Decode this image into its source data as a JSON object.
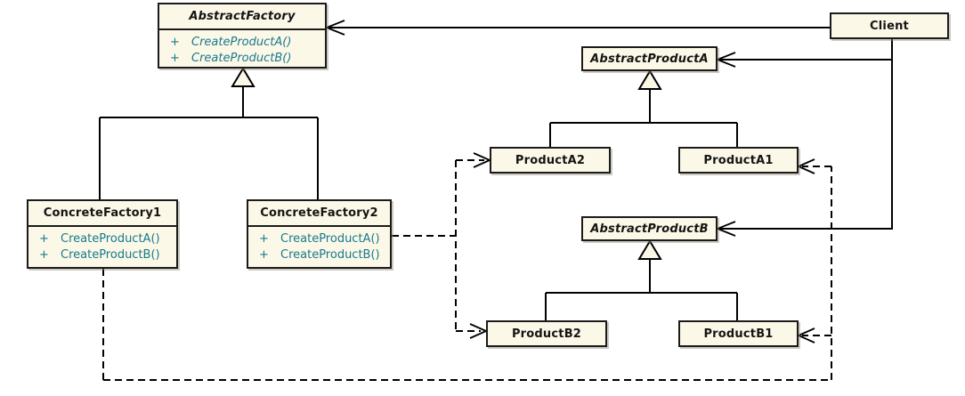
{
  "diagram": {
    "pattern": "Abstract Factory",
    "colors": {
      "background": "#ffffff",
      "class_fill": "#FCF8E7",
      "class_border": "#1b1b1b",
      "class_name_text": "#141414",
      "method_text": "#17798F",
      "connector": "#000000"
    }
  },
  "classes": {
    "abstractFactory": {
      "name": "AbstractFactory",
      "abstract": true,
      "methods": [
        {
          "vis": "+",
          "sig": "CreateProductA()"
        },
        {
          "vis": "+",
          "sig": "CreateProductB()"
        }
      ]
    },
    "concreteFactory1": {
      "name": "ConcreteFactory1",
      "abstract": false,
      "methods": [
        {
          "vis": "+",
          "sig": "CreateProductA()"
        },
        {
          "vis": "+",
          "sig": "CreateProductB()"
        }
      ]
    },
    "concreteFactory2": {
      "name": "ConcreteFactory2",
      "abstract": false,
      "methods": [
        {
          "vis": "+",
          "sig": "CreateProductA()"
        },
        {
          "vis": "+",
          "sig": "CreateProductB()"
        }
      ]
    },
    "client": {
      "name": "Client",
      "abstract": false
    },
    "abstractProductA": {
      "name": "AbstractProductA",
      "abstract": true
    },
    "productA2": {
      "name": "ProductA2",
      "abstract": false
    },
    "productA1": {
      "name": "ProductA1",
      "abstract": false
    },
    "abstractProductB": {
      "name": "AbstractProductB",
      "abstract": true
    },
    "productB2": {
      "name": "ProductB2",
      "abstract": false
    },
    "productB1": {
      "name": "ProductB1",
      "abstract": false
    }
  },
  "relationships": [
    {
      "type": "association",
      "from": "Client",
      "to": "AbstractFactory",
      "line": "solid",
      "arrowhead": "open"
    },
    {
      "type": "association",
      "from": "Client",
      "to": "AbstractProductA",
      "line": "solid",
      "arrowhead": "open"
    },
    {
      "type": "association",
      "from": "Client",
      "to": "AbstractProductB",
      "line": "solid",
      "arrowhead": "open"
    },
    {
      "type": "generalization",
      "from": "ConcreteFactory1",
      "to": "AbstractFactory",
      "line": "solid",
      "arrowhead": "hollow-triangle"
    },
    {
      "type": "generalization",
      "from": "ConcreteFactory2",
      "to": "AbstractFactory",
      "line": "solid",
      "arrowhead": "hollow-triangle"
    },
    {
      "type": "generalization",
      "from": "ProductA2",
      "to": "AbstractProductA",
      "line": "solid",
      "arrowhead": "hollow-triangle"
    },
    {
      "type": "generalization",
      "from": "ProductA1",
      "to": "AbstractProductA",
      "line": "solid",
      "arrowhead": "hollow-triangle"
    },
    {
      "type": "generalization",
      "from": "ProductB2",
      "to": "AbstractProductB",
      "line": "solid",
      "arrowhead": "hollow-triangle"
    },
    {
      "type": "generalization",
      "from": "ProductB1",
      "to": "AbstractProductB",
      "line": "solid",
      "arrowhead": "hollow-triangle"
    },
    {
      "type": "dependency",
      "from": "ConcreteFactory2",
      "to": "ProductA2",
      "line": "dashed",
      "arrowhead": "open"
    },
    {
      "type": "dependency",
      "from": "ConcreteFactory2",
      "to": "ProductB2",
      "line": "dashed",
      "arrowhead": "open"
    },
    {
      "type": "dependency",
      "from": "ConcreteFactory1",
      "to": "ProductA1",
      "line": "dashed",
      "arrowhead": "open"
    },
    {
      "type": "dependency",
      "from": "ConcreteFactory1",
      "to": "ProductB1",
      "line": "dashed",
      "arrowhead": "open"
    }
  ]
}
